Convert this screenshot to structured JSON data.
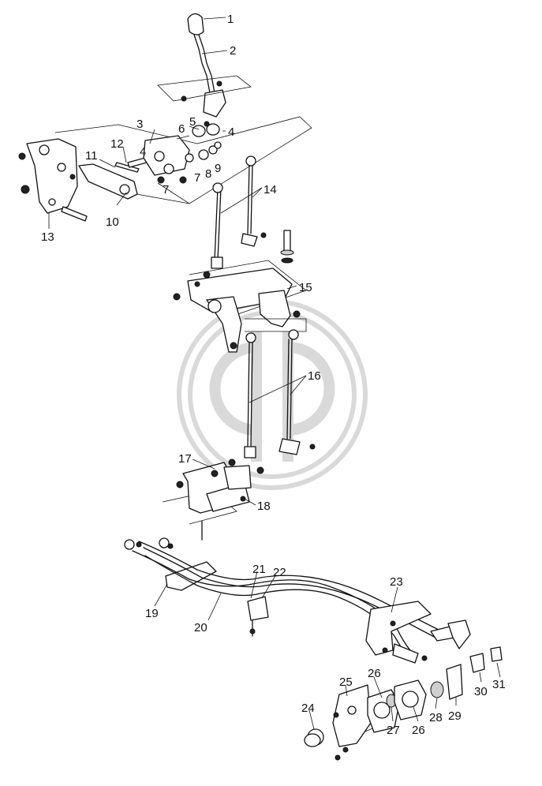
{
  "callouts": [
    {
      "id": "c1",
      "label": "1"
    },
    {
      "id": "c2",
      "label": "2"
    },
    {
      "id": "c3",
      "label": "3"
    },
    {
      "id": "c4a",
      "label": "4"
    },
    {
      "id": "c4b",
      "label": "4"
    },
    {
      "id": "c5",
      "label": "5"
    },
    {
      "id": "c6",
      "label": "6"
    },
    {
      "id": "c7a",
      "label": "7"
    },
    {
      "id": "c7b",
      "label": "7"
    },
    {
      "id": "c8",
      "label": "8"
    },
    {
      "id": "c9",
      "label": "9"
    },
    {
      "id": "c10",
      "label": "10"
    },
    {
      "id": "c11",
      "label": "11"
    },
    {
      "id": "c12",
      "label": "12"
    },
    {
      "id": "c13",
      "label": "13"
    },
    {
      "id": "c14",
      "label": "14"
    },
    {
      "id": "c15",
      "label": "15"
    },
    {
      "id": "c16",
      "label": "16"
    },
    {
      "id": "c17",
      "label": "17"
    },
    {
      "id": "c18",
      "label": "18"
    },
    {
      "id": "c19",
      "label": "19"
    },
    {
      "id": "c20",
      "label": "20"
    },
    {
      "id": "c21",
      "label": "21"
    },
    {
      "id": "c22",
      "label": "22"
    },
    {
      "id": "c23",
      "label": "23"
    },
    {
      "id": "c24",
      "label": "24"
    },
    {
      "id": "c25",
      "label": "25"
    },
    {
      "id": "c26a",
      "label": "26"
    },
    {
      "id": "c26b",
      "label": "26"
    },
    {
      "id": "c27",
      "label": "27"
    },
    {
      "id": "c28",
      "label": "28"
    },
    {
      "id": "c29",
      "label": "29"
    },
    {
      "id": "c30",
      "label": "30"
    },
    {
      "id": "c31",
      "label": "31"
    }
  ],
  "watermark": {
    "icon": "company-logo-watermark",
    "color": "#d9d9d9"
  }
}
